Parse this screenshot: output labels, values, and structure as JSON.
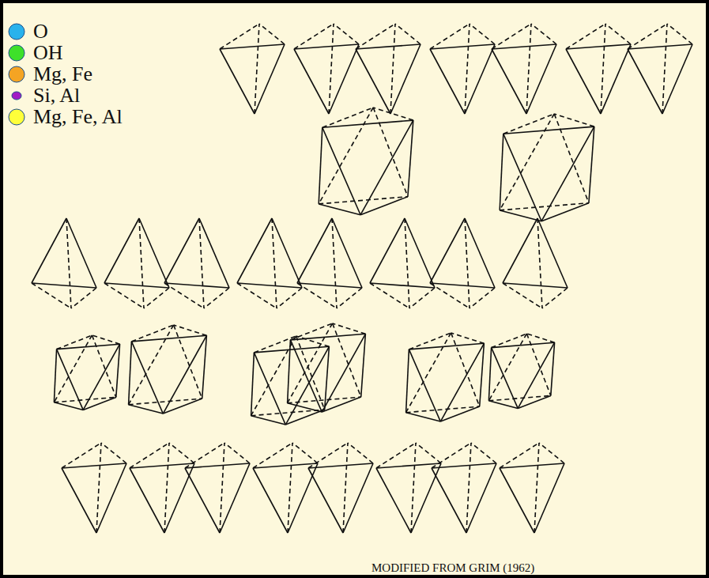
{
  "diagram": {
    "labels": [
      "MODIFIED FROM GRIM (1962)"
    ],
    "legend": [
      {
        "text": "O",
        "color": "#29b2ec"
      },
      {
        "text": "OH",
        "color": "#3ee02a"
      },
      {
        "text": "Mg, Fe",
        "color": "#f4a423"
      },
      {
        "text": "Si, Al",
        "color": "#a21cc4"
      },
      {
        "text": "Mg, Fe, Al",
        "color": "#ffff3a"
      }
    ]
  }
}
